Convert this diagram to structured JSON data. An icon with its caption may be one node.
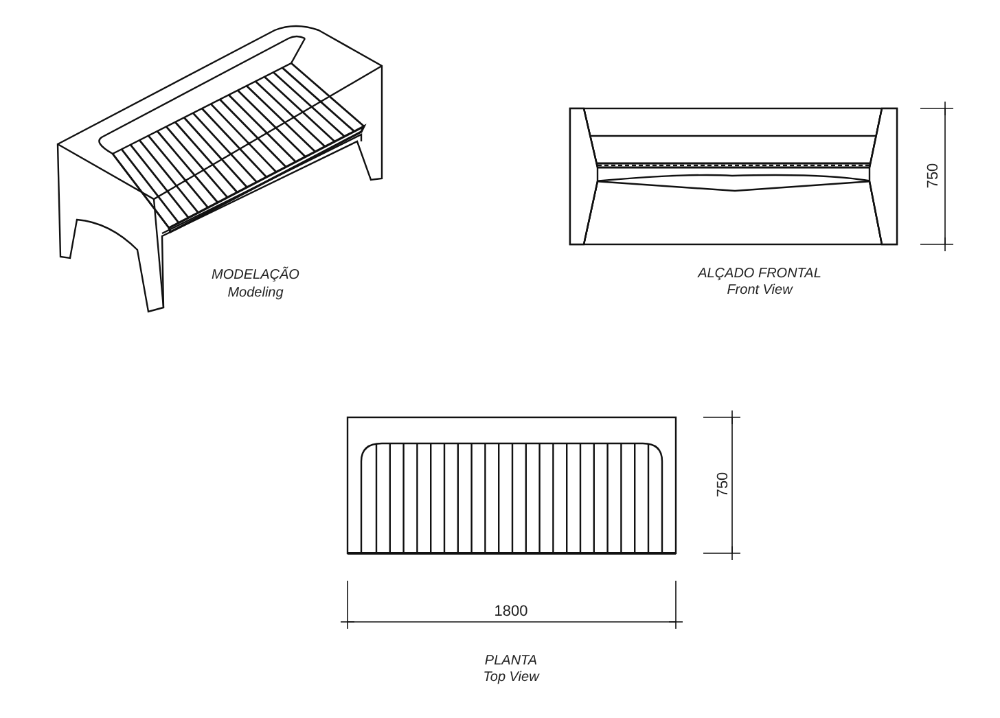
{
  "diagram": {
    "labels": [
      "750",
      "MODELAÇÃO",
      "Modeling",
      "ALÇADO FRONTAL",
      "Front View",
      "750",
      "1800",
      "PLANTA",
      "Top View"
    ]
  }
}
